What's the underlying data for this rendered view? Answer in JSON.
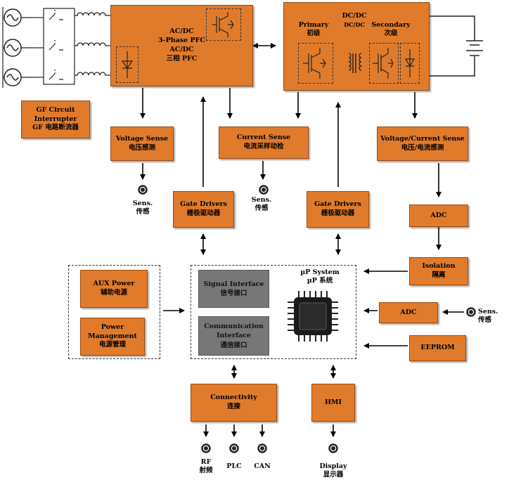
{
  "acdc": {
    "line1": "AC/DC",
    "line2": "3-Phase PFC",
    "line3": "AC/DC",
    "line4": "三相 PFC"
  },
  "dcdc": {
    "title_en": "DC/DC",
    "title_sub": "DC/DC",
    "primary_en": "Primary",
    "primary_cn": "初级",
    "secondary_en": "Secondary",
    "secondary_cn": "次级"
  },
  "gfci": {
    "line1": "GF Circuit",
    "line2": "Interrupter",
    "line3": "GF 电路断流器"
  },
  "voltage_sense": {
    "en": "Voltage Sense",
    "cn": "电压感测"
  },
  "current_sense": {
    "en": "Current Sense",
    "cn": "电流采样动检"
  },
  "vc_sense": {
    "en": "Voltage/Current Sense",
    "cn": "电压/电流感测"
  },
  "gate_drivers_left": {
    "en": "Gate Drivers",
    "cn": "栅极驱动器"
  },
  "gate_drivers_right": {
    "en": "Gate Drivers",
    "cn": "栅极驱动器"
  },
  "adc_top": {
    "label": "ADC"
  },
  "isolation": {
    "en": "Isolation",
    "cn": "隔离"
  },
  "adc_mid": {
    "label": "ADC"
  },
  "eeprom": {
    "label": "EEPROM"
  },
  "aux_power": {
    "en": "AUX Power",
    "cn": "辅助电源"
  },
  "power_mgmt": {
    "en": "Power Management",
    "cn": "电源管理"
  },
  "signal_if": {
    "en": "Signal Interface",
    "cn": "信号接口"
  },
  "comm_if": {
    "line1": "Communication",
    "line2": "Interface",
    "cn": "通信接口"
  },
  "up_system": {
    "en": "µP System",
    "cn": "µP 系统"
  },
  "connectivity": {
    "en": "Connectivity",
    "cn": "连接"
  },
  "hmi": {
    "label": "HMI"
  },
  "sens_1": {
    "en": "Sens.",
    "cn": "传感"
  },
  "sens_2": {
    "en": "Sens.",
    "cn": "传感"
  },
  "sens_3": {
    "en": "Sens.",
    "cn": "传感"
  },
  "rf": {
    "en": "RF",
    "cn": "射频"
  },
  "plc": {
    "label": "PLC"
  },
  "can": {
    "label": "CAN"
  },
  "display": {
    "en": "Display",
    "cn": "显示器"
  },
  "colors": {
    "box_orange": "#e07b2c",
    "box_gray": "#777777",
    "line": "#000000"
  }
}
